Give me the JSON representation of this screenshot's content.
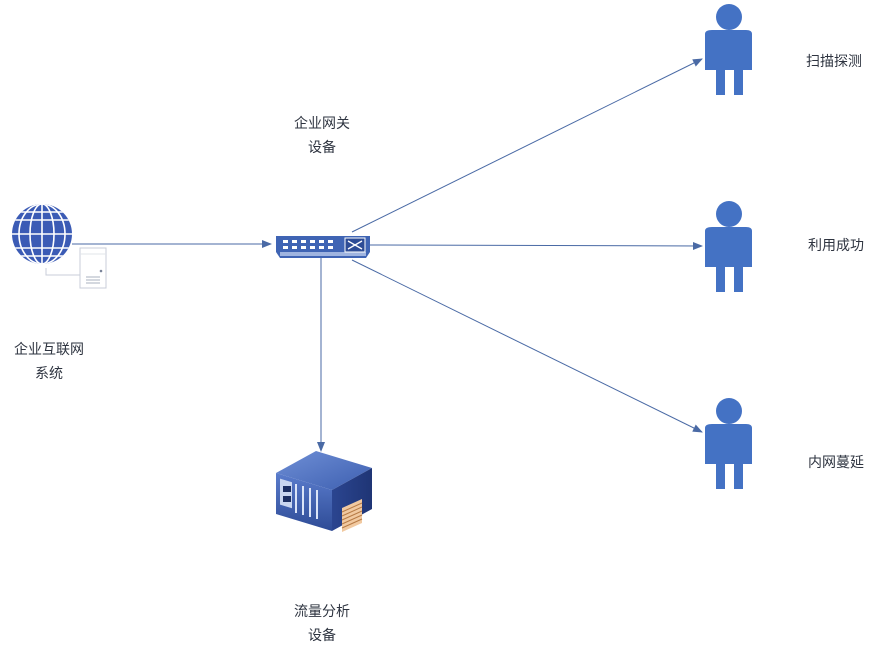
{
  "nodes": {
    "internet": {
      "label_line1": "企业互联网",
      "label_line2": "系统"
    },
    "gateway": {
      "label_line1": "企业网关",
      "label_line2": "设备"
    },
    "analyzer": {
      "label_line1": "流量分析",
      "label_line2": "设备"
    },
    "attacker_scan": {
      "label": "扫描探测"
    },
    "attacker_exploit": {
      "label": "利用成功"
    },
    "attacker_lateral": {
      "label": "内网蔓延"
    }
  },
  "colors": {
    "edge": "#4a6aa5",
    "person": "#4472c4",
    "switch": "#3f64b4",
    "globe": "#3b5bb5"
  }
}
